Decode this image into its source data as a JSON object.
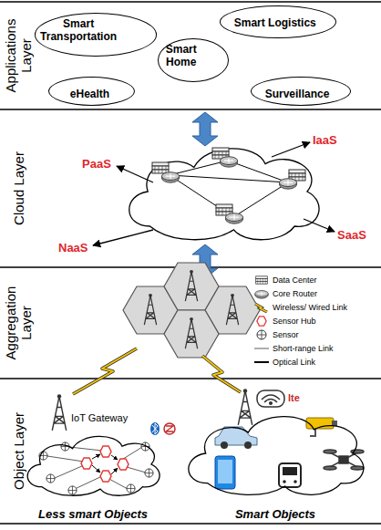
{
  "diagram": {
    "nodes": [
      {
        "text": [
          "Applications Layer"
        ]
      },
      {
        "text": [
          "Smart Transportation"
        ],
        "in": 0
      },
      {
        "text": [
          "Smart Logistics"
        ],
        "in": 0
      },
      {
        "text": [
          "Smart Home"
        ],
        "in": 0
      },
      {
        "text": [
          "eHealth"
        ],
        "in": 0
      },
      {
        "text": [
          "Surveillance"
        ],
        "in": 0
      },
      {
        "text": [
          "Cloud Layer"
        ]
      },
      {
        "text": [
          "Aggregation Layer"
        ]
      },
      {
        "text": [
          "Object Layer"
        ]
      },
      {
        "text": [
          "Less smart Objects"
        ],
        "in": 8
      },
      {
        "text": [
          "Smart Objects"
        ],
        "in": 8
      }
    ],
    "labels": [
      "PaaS",
      "IaaS",
      "NaaS",
      "SaaS",
      "IoT Gateway",
      "lte"
    ],
    "legend": [
      {
        "text": "Data Center"
      },
      {
        "text": "Core Router"
      },
      {
        "text": "Wireless/ Wired Link"
      },
      {
        "text": "Sensor Hub"
      },
      {
        "text": "Sensor"
      },
      {
        "text": "Short-range Link"
      },
      {
        "text": "Optical Link"
      }
    ]
  }
}
